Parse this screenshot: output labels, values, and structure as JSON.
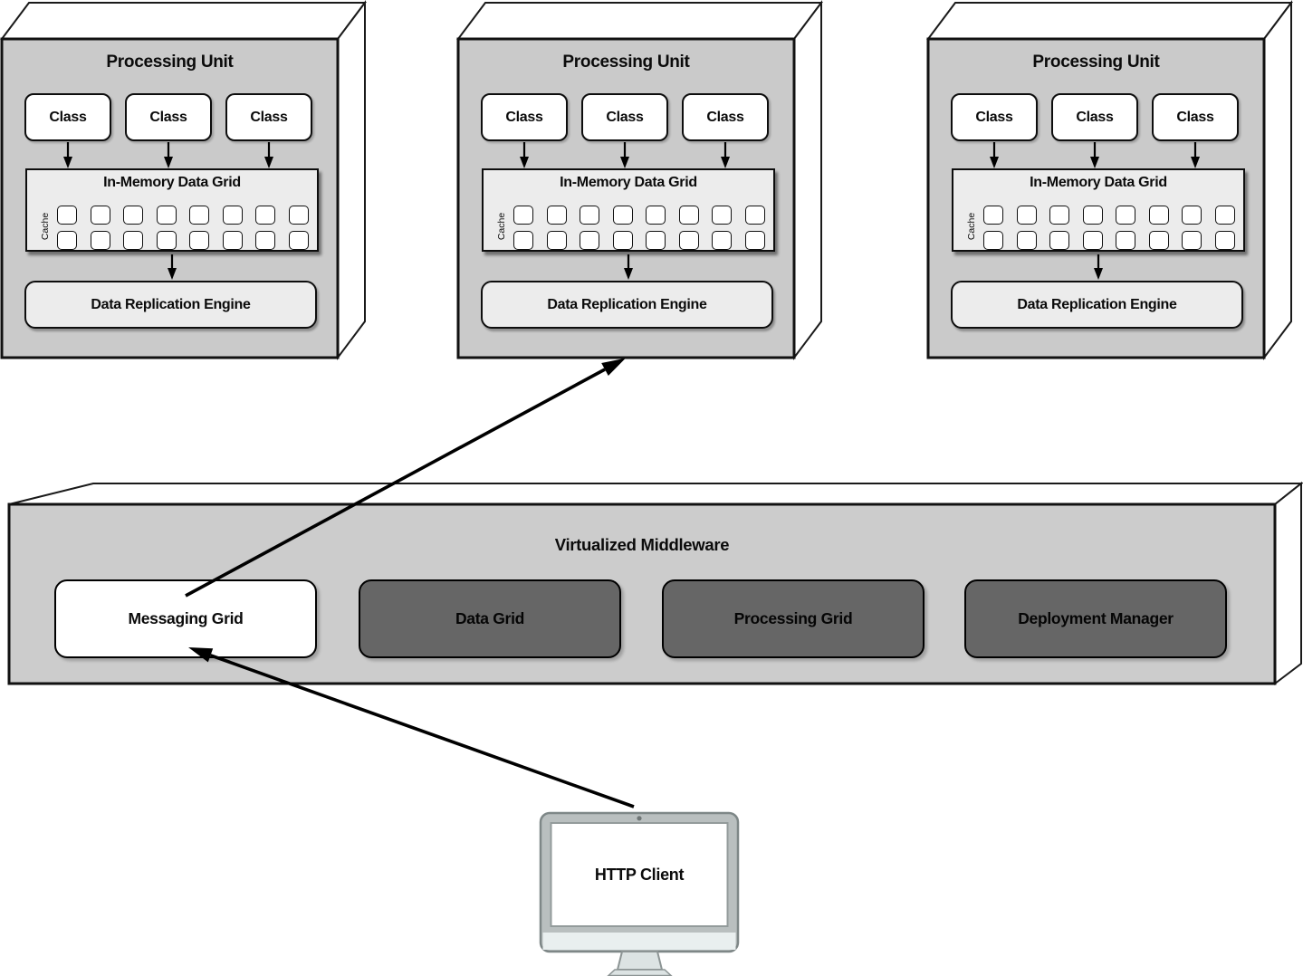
{
  "units": [
    {
      "title": "Processing Unit",
      "class_boxes": [
        "Class",
        "Class",
        "Class"
      ],
      "data_grid": {
        "title": "In-Memory Data Grid",
        "cache_label": "Cache",
        "cell_rows": 2,
        "cell_columns": 8
      },
      "replication_engine": "Data Replication Engine"
    },
    {
      "title": "Processing Unit",
      "class_boxes": [
        "Class",
        "Class",
        "Class"
      ],
      "data_grid": {
        "title": "In-Memory Data Grid",
        "cache_label": "Cache",
        "cell_rows": 2,
        "cell_columns": 8
      },
      "replication_engine": "Data Replication Engine"
    },
    {
      "title": "Processing Unit",
      "class_boxes": [
        "Class",
        "Class",
        "Class"
      ],
      "data_grid": {
        "title": "In-Memory Data Grid",
        "cache_label": "Cache",
        "cell_rows": 2,
        "cell_columns": 8
      },
      "replication_engine": "Data Replication Engine"
    }
  ],
  "middleware": {
    "title": "Virtualized Middleware",
    "components": [
      {
        "label": "Messaging Grid",
        "variant": "light"
      },
      {
        "label": "Data Grid",
        "variant": "dark"
      },
      {
        "label": "Processing Grid",
        "variant": "dark"
      },
      {
        "label": "Deployment Manager",
        "variant": "dark"
      }
    ]
  },
  "client": {
    "label": "HTTP Client"
  },
  "connections": [
    {
      "from": "Messaging Grid",
      "to": "Processing Unit (middle)"
    },
    {
      "from": "HTTP Client",
      "to": "Messaging Grid"
    }
  ],
  "colors": {
    "unit_face": "#cacaca",
    "middleware_face": "#cccccc",
    "light_box": "#ececec",
    "dark_box": "#666666",
    "white_box": "#ffffff",
    "outline": "#000000",
    "monitor_bezel": "#b9bfbf",
    "monitor_chin": "#e9efef",
    "monitor_stand": "#dce3e3"
  }
}
